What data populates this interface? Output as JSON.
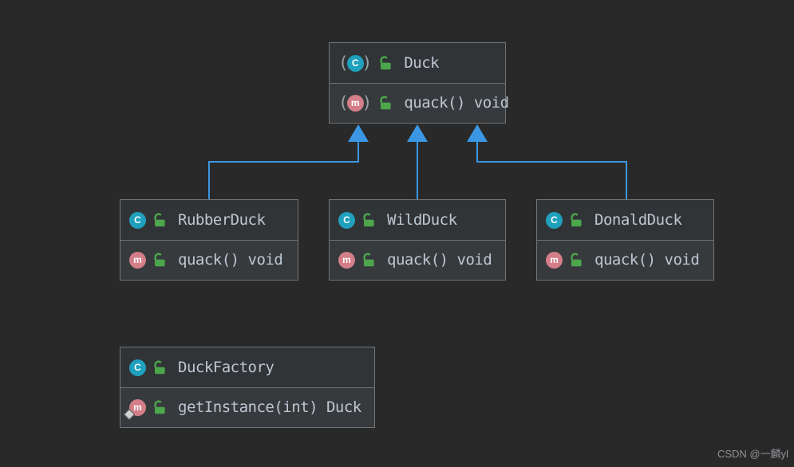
{
  "colors": {
    "background": "#292929",
    "node_fill": "#333639",
    "node_border": "#737577",
    "text": "#bdc7d1",
    "edge_blue": "#3b97e3",
    "class_icon_teal": "#1fa0bc",
    "method_icon_pink": "#d37e88",
    "lock_green": "#4ca64c",
    "watermark_gray": "#8f9398"
  },
  "icons": {
    "class_letter": "C",
    "method_letter": "m"
  },
  "classes": [
    {
      "name": "Duck",
      "abstract": true,
      "methods": [
        {
          "signature": "quack() void",
          "abstract": true,
          "static": false
        }
      ]
    },
    {
      "name": "RubberDuck",
      "abstract": false,
      "methods": [
        {
          "signature": "quack() void",
          "abstract": false,
          "static": false
        }
      ]
    },
    {
      "name": "WildDuck",
      "abstract": false,
      "methods": [
        {
          "signature": "quack() void",
          "abstract": false,
          "static": false
        }
      ]
    },
    {
      "name": "DonaldDuck",
      "abstract": false,
      "methods": [
        {
          "signature": "quack() void",
          "abstract": false,
          "static": false
        }
      ]
    },
    {
      "name": "DuckFactory",
      "abstract": false,
      "methods": [
        {
          "signature": "getInstance(int) Duck",
          "abstract": false,
          "static": true
        }
      ]
    }
  ],
  "edges": [
    {
      "from": "RubberDuck",
      "to": "Duck",
      "type": "inheritance"
    },
    {
      "from": "WildDuck",
      "to": "Duck",
      "type": "inheritance"
    },
    {
      "from": "DonaldDuck",
      "to": "Duck",
      "type": "inheritance"
    }
  ],
  "watermark": "CSDN @一麟yl"
}
